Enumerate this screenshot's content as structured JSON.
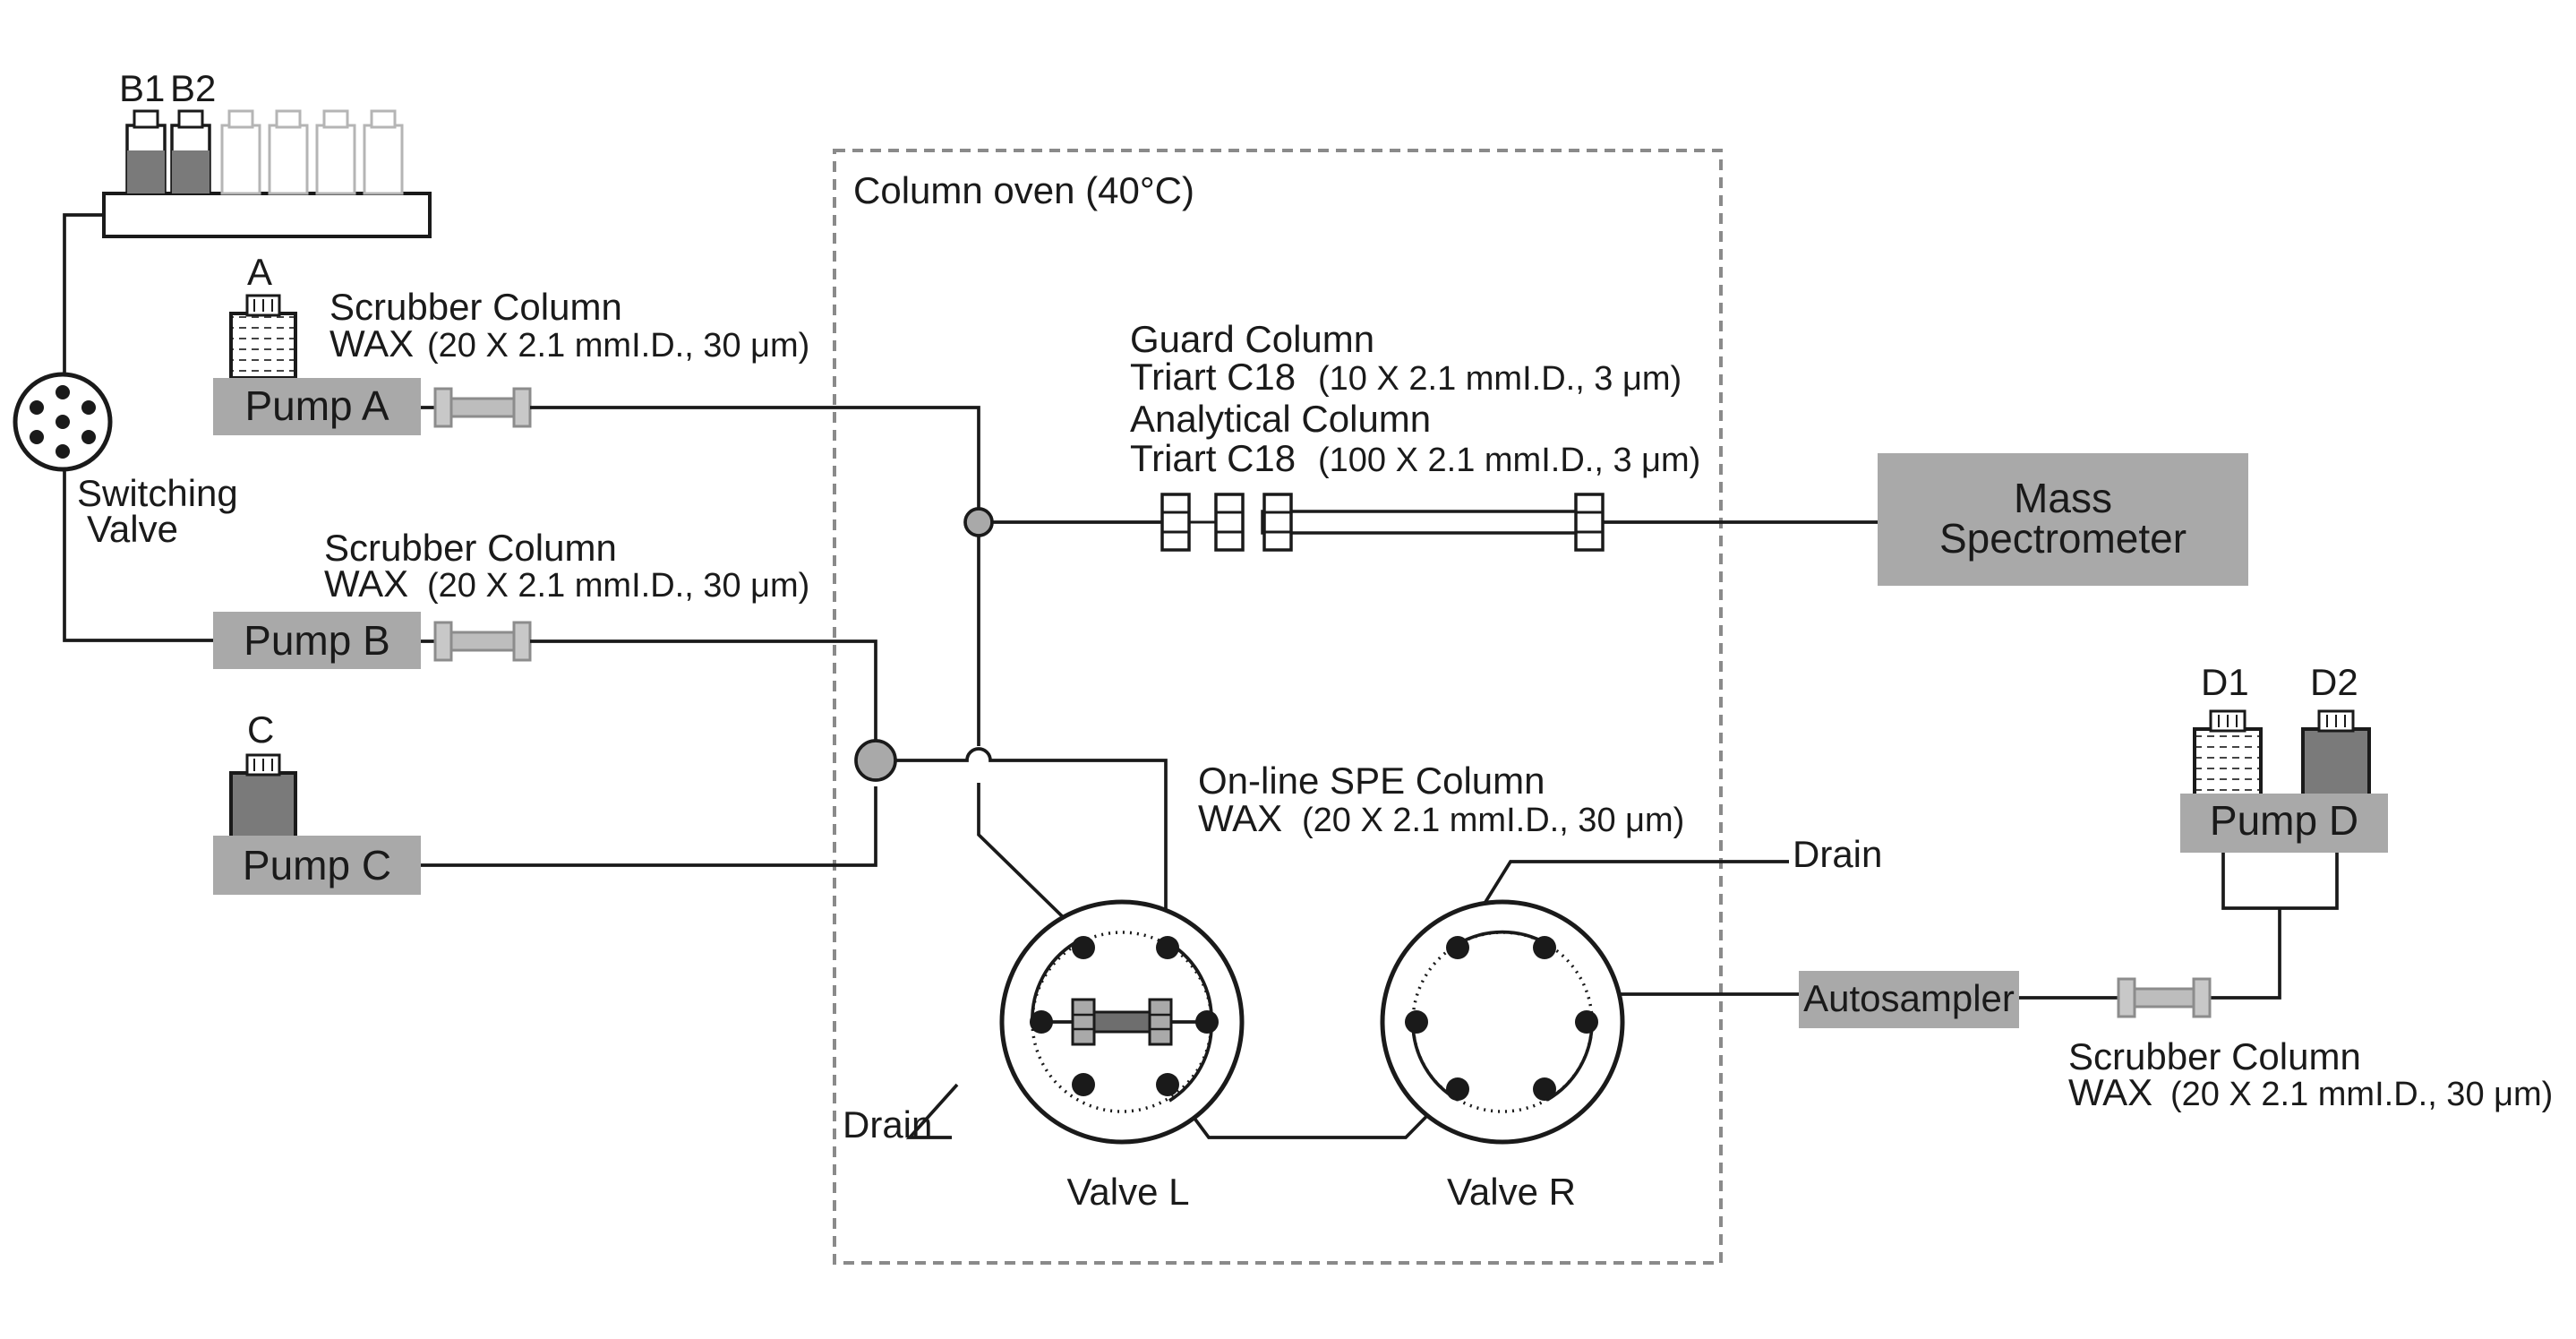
{
  "oven": {
    "label": "Column oven (40°C)"
  },
  "bottles": {
    "b1": "B1",
    "b2": "B2",
    "a": "A",
    "c": "C",
    "d1": "D1",
    "d2": "D2"
  },
  "pumps": {
    "a": "Pump A",
    "b": "Pump B",
    "c": "Pump C",
    "d": "Pump D"
  },
  "switching_valve": {
    "line1": "Switching",
    "line2": "Valve"
  },
  "scrubber_a": {
    "title": "Scrubber Column",
    "type": "WAX",
    "spec": "(20 X 2.1 mmI.D., 30 μm)"
  },
  "scrubber_b": {
    "title": "Scrubber Column",
    "type": "WAX",
    "spec": "(20 X 2.1 mmI.D., 30 μm)"
  },
  "scrubber_d": {
    "title": "Scrubber Column",
    "type": "WAX",
    "spec": "(20 X 2.1 mmI.D., 30 μm)"
  },
  "guard_column": {
    "title": "Guard Column",
    "type": "Triart C18",
    "spec": "(10 X 2.1 mmI.D., 3 μm)"
  },
  "analytical_column": {
    "title": "Analytical Column",
    "type": "Triart C18",
    "spec": "(100 X 2.1 mmI.D., 3 μm)"
  },
  "spe_column": {
    "title": "On-line SPE Column",
    "type": "WAX",
    "spec": "(20 X 2.1 mmI.D., 30 μm)"
  },
  "mass_spectrometer": {
    "line1": "Mass",
    "line2": "Spectrometer"
  },
  "autosampler": {
    "label": "Autosampler"
  },
  "drains": {
    "left": "Drain",
    "right": "Drain"
  },
  "valves": {
    "left": "Valve L",
    "right": "Valve R"
  },
  "colors": {
    "component_fill": "#a9a9a9",
    "line": "#1a1a1a",
    "oven_border": "#8a8a8a"
  }
}
